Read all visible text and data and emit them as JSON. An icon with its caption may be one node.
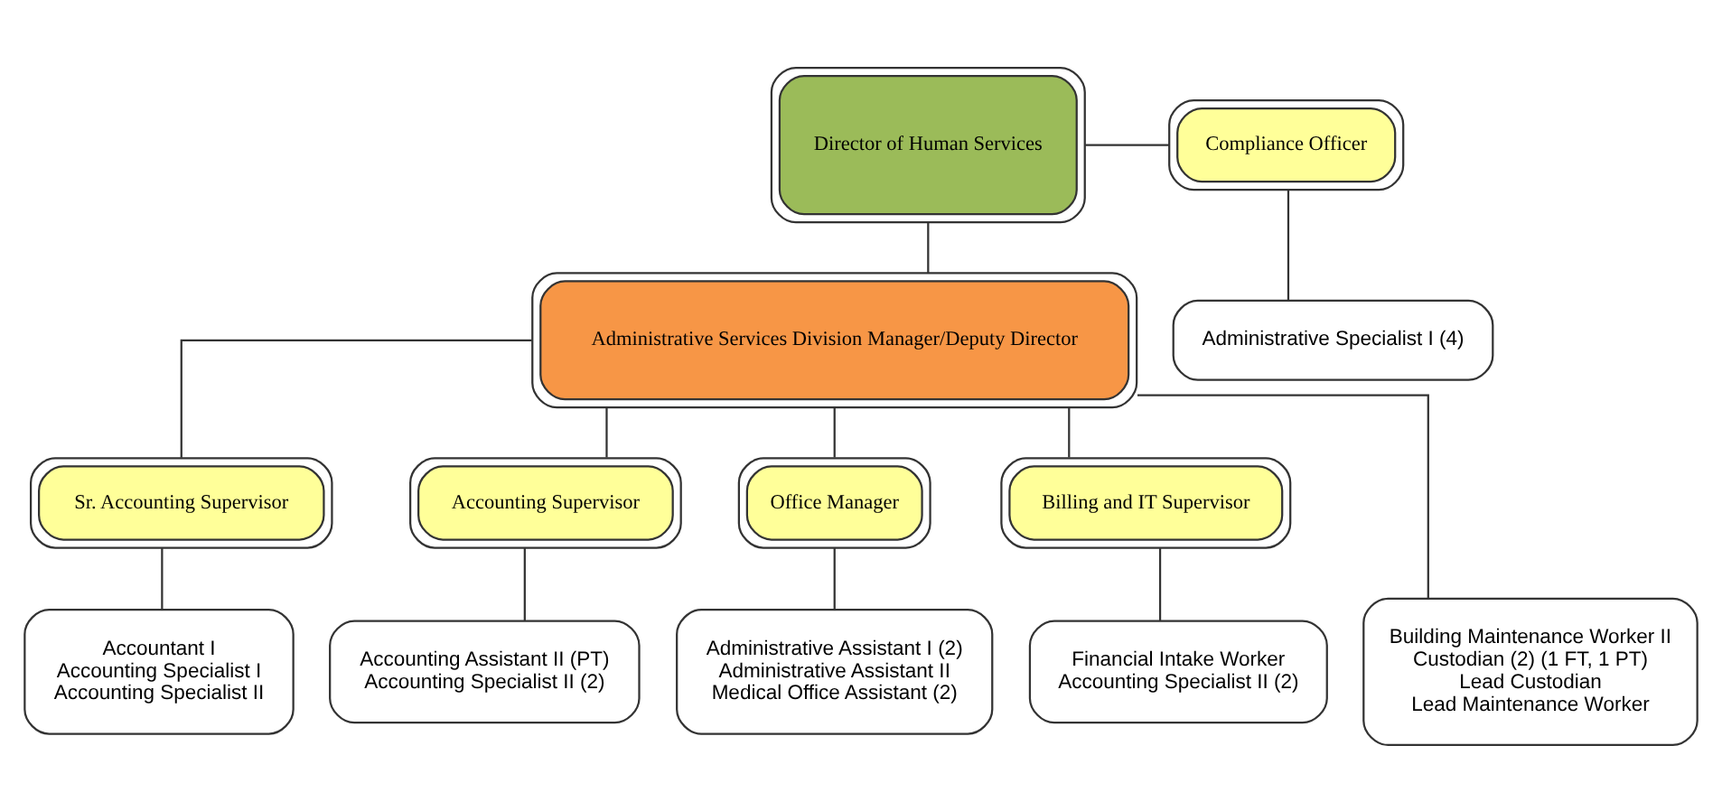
{
  "diagram": {
    "nodes": [
      {
        "text": [
          "Director of Human Services"
        ]
      },
      {
        "text": [
          "Compliance Officer"
        ]
      },
      {
        "text": [
          "Administrative Specialist I (4)"
        ]
      },
      {
        "text": [
          "Administrative Services Division Manager/Deputy Director"
        ]
      },
      {
        "text": [
          "Sr. Accounting Supervisor"
        ]
      },
      {
        "text": [
          "Accounting Supervisor"
        ]
      },
      {
        "text": [
          "Office Manager"
        ]
      },
      {
        "text": [
          "Billing and IT Supervisor"
        ]
      },
      {
        "text": [
          "Building Maintenance Worker II",
          "Custodian (2) (1 FT, 1 PT)",
          "Lead Custodian",
          "Lead Maintenance Worker"
        ]
      },
      {
        "text": [
          "Accountant I",
          "Accounting Specialist I",
          "Accounting Specialist II"
        ]
      },
      {
        "text": [
          "Accounting Assistant II (PT)",
          "Accounting Specialist II (2)"
        ]
      },
      {
        "text": [
          "Administrative Assistant I (2)",
          "Administrative Assistant II",
          "Medical Office Assistant (2)"
        ]
      },
      {
        "text": [
          "Financial Intake Worker",
          "Accounting Specialist II (2)"
        ]
      }
    ],
    "edges": [
      {
        "from": 0,
        "to": 1,
        "arrow": "none"
      },
      {
        "from": 1,
        "to": 2,
        "arrow": "none"
      },
      {
        "from": 0,
        "to": 3,
        "arrow": "none"
      },
      {
        "from": 3,
        "to": 8,
        "arrow": "none"
      },
      {
        "from": 3,
        "to": 4,
        "arrow": "none"
      },
      {
        "from": 3,
        "to": 5,
        "arrow": "none"
      },
      {
        "from": 3,
        "to": 6,
        "arrow": "none"
      },
      {
        "from": 3,
        "to": 7,
        "arrow": "none"
      },
      {
        "from": 4,
        "to": 9,
        "arrow": "none"
      },
      {
        "from": 5,
        "to": 10,
        "arrow": "none"
      },
      {
        "from": 6,
        "to": 11,
        "arrow": "none"
      },
      {
        "from": 7,
        "to": 12,
        "arrow": "none"
      }
    ]
  }
}
